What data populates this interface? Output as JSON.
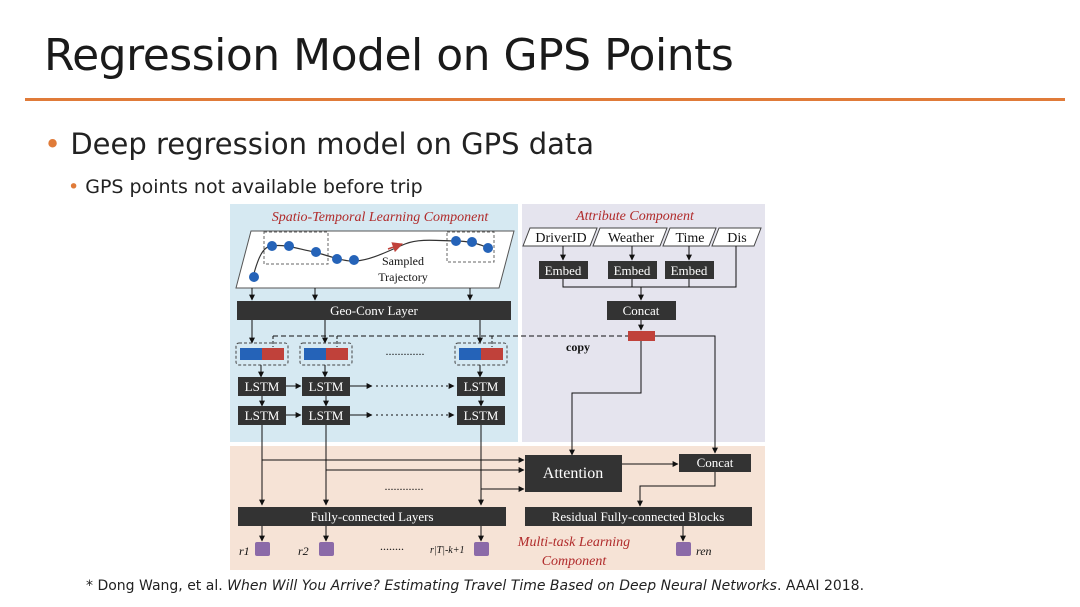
{
  "slide": {
    "title": "Regression Model on GPS Points",
    "bullet1": "Deep regression model on GPS data",
    "bullet2": "GPS points not available before trip"
  },
  "diagram": {
    "spatio_title": "Spatio-Temporal Learning Component",
    "attribute_title": "Attribute Component",
    "multitask_title_1": "Multi-task Learning",
    "multitask_title_2": "Component",
    "trajectory_label_1": "Sampled",
    "trajectory_label_2": "Trajectory",
    "attributes": [
      "DriverID",
      "Weather",
      "Time",
      "Dis"
    ],
    "embed": "Embed",
    "concat": "Concat",
    "geo_conv": "Geo-Conv Layer",
    "copy": "copy",
    "lstm": "LSTM",
    "attention": "Attention",
    "fc_layers": "Fully-connected Layers",
    "residual_blocks": "Residual Fully-connected Blocks",
    "ellipsis_short": "........",
    "ellipsis_long": ".............",
    "outputs": [
      "r1",
      "r2",
      "r|T|-k+1",
      "ren"
    ],
    "colors": {
      "spatio_bg": "#d6e9f2",
      "attribute_bg": "#e5e4ee",
      "multitask_bg": "#f6e3d6",
      "block": "#333333",
      "title_red": "#b02a2a",
      "point_blue": "#2563b8",
      "feature_red": "#c0413a",
      "output_purple": "#8b6aa8",
      "accent": "#e07b39"
    }
  },
  "citation": {
    "prefix": "* Dong Wang, et al. ",
    "title": "When Will You Arrive? Estimating Travel Time Based on Deep Neural Networks",
    "suffix": ". AAAI 2018."
  }
}
